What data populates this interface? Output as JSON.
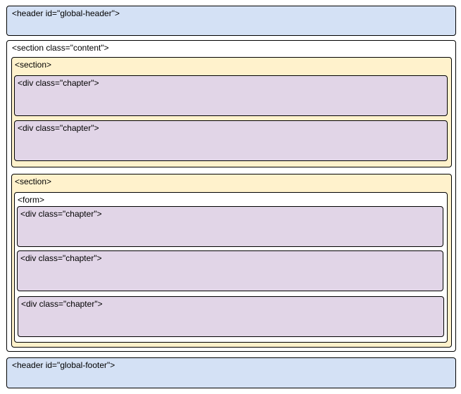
{
  "diagram": {
    "header_box": {
      "label": "<header id=\"global-header\">"
    },
    "content_section": {
      "label": "<section class=\"content\">"
    },
    "section_1": {
      "label": "<section>",
      "chapters": [
        {
          "label": "<div class=\"chapter\">"
        },
        {
          "label": "<div class=\"chapter\">"
        }
      ]
    },
    "section_2": {
      "label": "<section>",
      "form": {
        "label": "<form>",
        "chapters": [
          {
            "label": "<div class=\"chapter\">"
          },
          {
            "label": "<div class=\"chapter\">"
          },
          {
            "label": "<div class=\"chapter\">"
          }
        ]
      }
    },
    "footer_box": {
      "label": "<header id=\"global-footer\">"
    }
  },
  "colors": {
    "header": "#d4e1f5",
    "content": "#ffffff",
    "section": "#fff2cc",
    "chapter": "#e1d5e7",
    "border": "#000000"
  }
}
